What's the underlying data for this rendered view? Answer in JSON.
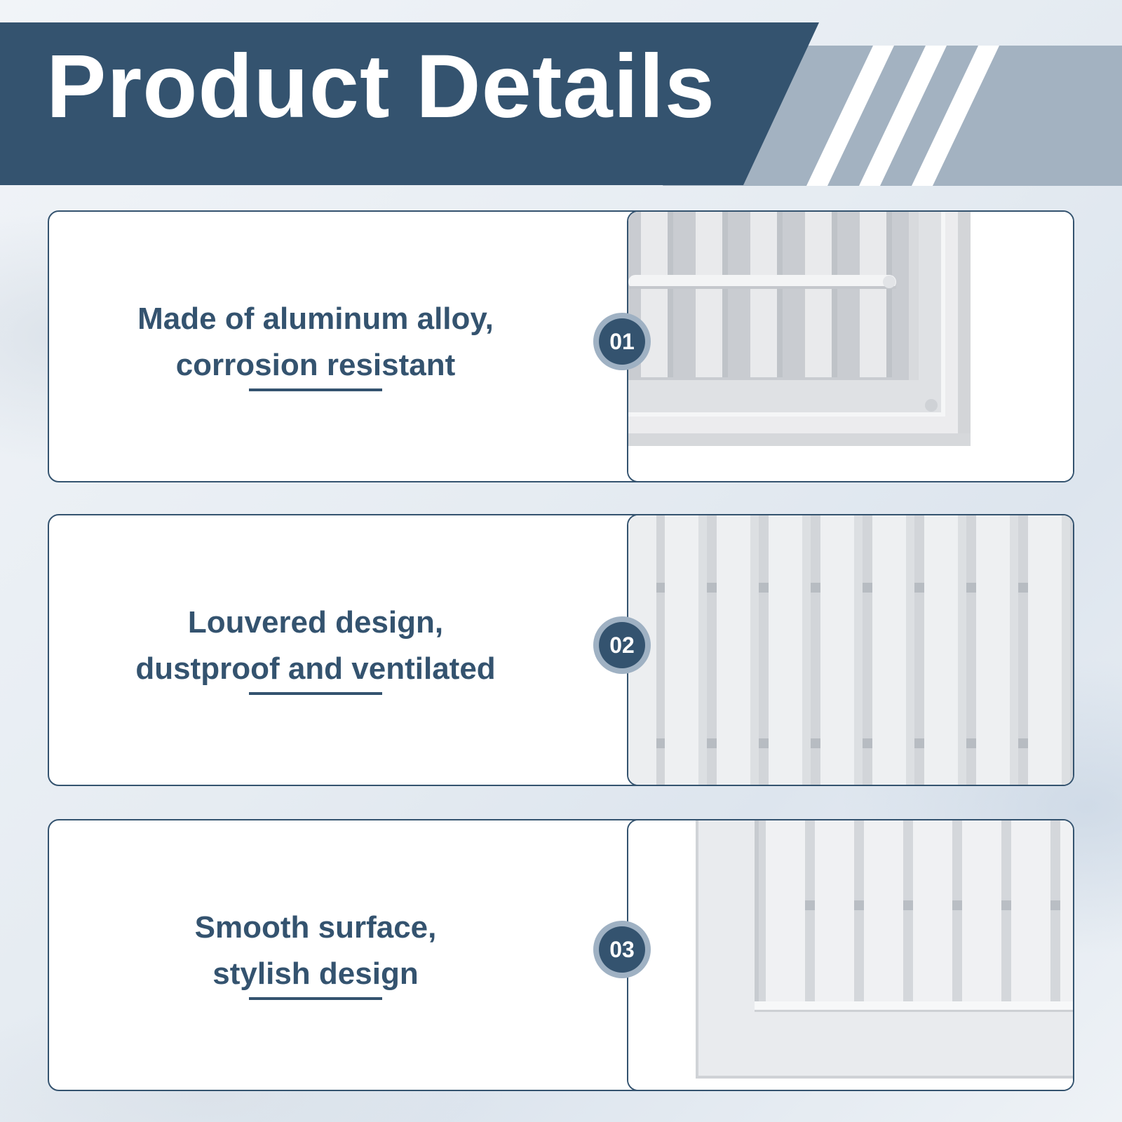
{
  "banner": {
    "title": "Product Details",
    "colors": {
      "dark": "#34536f",
      "light": "#a3b2c1"
    }
  },
  "features": [
    {
      "number": "01",
      "lines": [
        "Made of aluminum alloy,",
        "corrosion resistant"
      ],
      "image": "vent-grille-corner-closeup"
    },
    {
      "number": "02",
      "lines": [
        "Louvered design,",
        "dustproof and ventilated"
      ],
      "image": "vent-louvers-closeup"
    },
    {
      "number": "03",
      "lines": [
        "Smooth surface,",
        "stylish design"
      ],
      "image": "vent-frame-corner-closeup"
    }
  ]
}
